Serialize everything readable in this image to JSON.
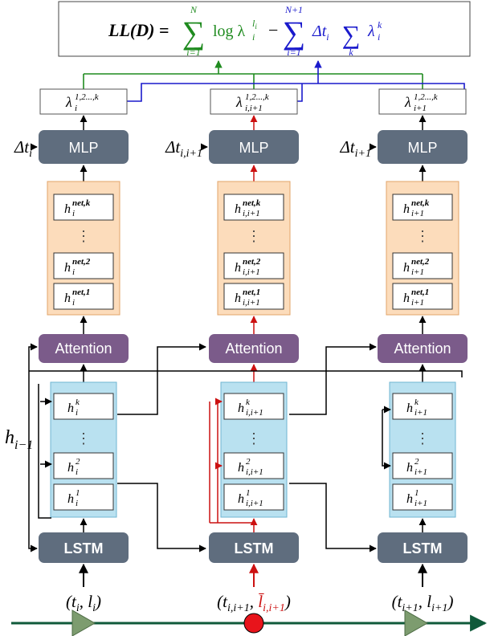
{
  "formula": {
    "lhs": "LL(D) =",
    "sum1": {
      "upper": "N",
      "lower": "i=1",
      "term": "log λ",
      "term_sup": "l",
      "term_sup_sub": "i",
      "term_sub": "i"
    },
    "minus": "−",
    "sum2": {
      "upper": "N+1",
      "lower": "i=1",
      "term": "Δt",
      "term_sub": "i"
    },
    "sum3": {
      "lower": "k",
      "term": "λ",
      "term_sup": "k",
      "term_sub": "i"
    }
  },
  "colors": {
    "green": "#1f8b1f",
    "blue": "#1a1acc",
    "red": "#cc1111",
    "black": "#000000",
    "mlp": "#5f6d7e",
    "attention": "#7b5b8a",
    "lstm": "#5f6d7e",
    "orange_box": "#fcdcbb",
    "blue_box": "#b9e1f0",
    "timeline_track": "#0f5a3a",
    "marker_green": "#7d9c6f",
    "marker_red": "#e8141b"
  },
  "columns": [
    {
      "id": "col-i",
      "lambda": {
        "base": "λ",
        "sub": "i",
        "sup": "1,2...,k"
      },
      "delta": {
        "base": "Δt",
        "sub": "i"
      },
      "mlp": "MLP",
      "net": [
        {
          "sub": "i",
          "sup": "net,k"
        },
        {
          "sub": "i",
          "sup": "net,2"
        },
        {
          "sub": "i",
          "sup": "net,1"
        }
      ],
      "attention": "Attention",
      "hidden": [
        {
          "sub": "i",
          "sup": "k"
        },
        {
          "sub": "i",
          "sup": "2"
        },
        {
          "sub": "i",
          "sup": "1"
        }
      ],
      "lstm": "LSTM",
      "input": {
        "open": "(",
        "t": "t",
        "t_sub": "i",
        "sep": ", ",
        "l": "l",
        "l_sub": "i",
        "close": ")"
      }
    },
    {
      "id": "col-ii1",
      "lambda": {
        "base": "λ",
        "sub": "i,i+1",
        "sup": "1,2...,k"
      },
      "delta": {
        "base": "Δt",
        "sub": "i,i+1"
      },
      "mlp": "MLP",
      "net": [
        {
          "sub": "i,i+1",
          "sup": "net,k"
        },
        {
          "sub": "i,i+1",
          "sup": "net,2"
        },
        {
          "sub": "i,i+1",
          "sup": "net,1"
        }
      ],
      "attention": "Attention",
      "hidden": [
        {
          "sub": "i,i+1",
          "sup": "k"
        },
        {
          "sub": "i,i+1",
          "sup": "2"
        },
        {
          "sub": "i,i+1",
          "sup": "1"
        }
      ],
      "lstm": "LSTM",
      "input": {
        "open": "(",
        "t": "t",
        "t_sub": "i,i+1",
        "sep": ", ",
        "l": "l̄",
        "l_sub": "i,i+1",
        "close": ")"
      }
    },
    {
      "id": "col-i1",
      "lambda": {
        "base": "λ",
        "sub": "i+1",
        "sup": "1,2...,k"
      },
      "delta": {
        "base": "Δt",
        "sub": "i+1"
      },
      "mlp": "MLP",
      "net": [
        {
          "sub": "i+1",
          "sup": "net,k"
        },
        {
          "sub": "i+1",
          "sup": "net,2"
        },
        {
          "sub": "i+1",
          "sup": "net,1"
        }
      ],
      "attention": "Attention",
      "hidden": [
        {
          "sub": "i+1",
          "sup": "k"
        },
        {
          "sub": "i+1",
          "sup": "2"
        },
        {
          "sub": "i+1",
          "sup": "1"
        }
      ],
      "lstm": "LSTM",
      "input": {
        "open": "(",
        "t": "t",
        "t_sub": "i+1",
        "sep": ", ",
        "l": "l",
        "l_sub": "i+1",
        "close": ")"
      }
    }
  ],
  "h_prev": {
    "base": "h",
    "sub": "i−1"
  },
  "dots": "⋮"
}
